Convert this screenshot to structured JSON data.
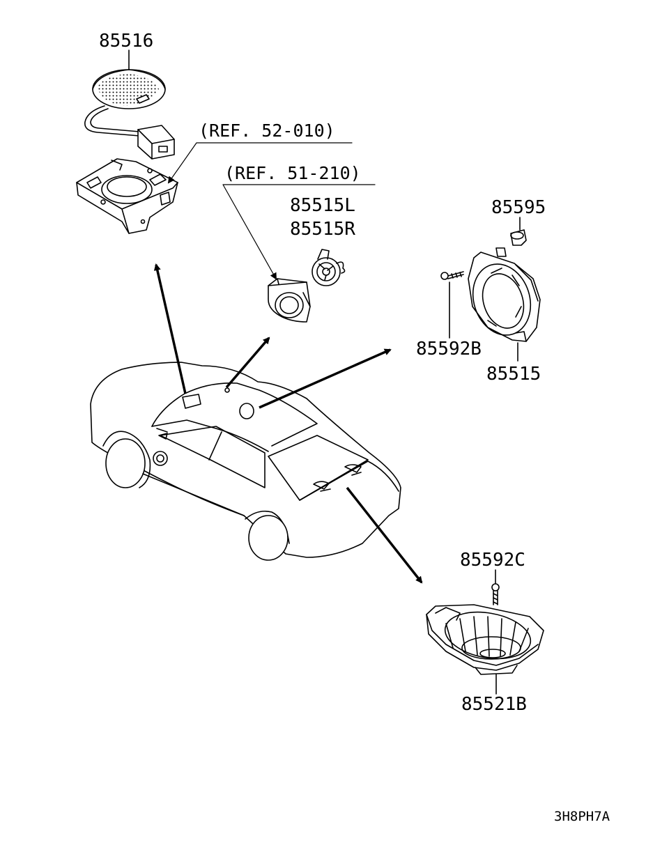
{
  "labels": {
    "p85516": "85516",
    "ref52": "(REF. 52-010)",
    "ref51": "(REF. 51-210)",
    "p85515L": "85515L",
    "p85515R": "85515R",
    "p85595": "85595",
    "p85592B": "85592B",
    "p85515": "85515",
    "p85592C": "85592C",
    "p85521B": "85521B",
    "diagram_code": "3H8PH7A"
  },
  "colors": {
    "line": "#000000",
    "background": "#ffffff"
  }
}
